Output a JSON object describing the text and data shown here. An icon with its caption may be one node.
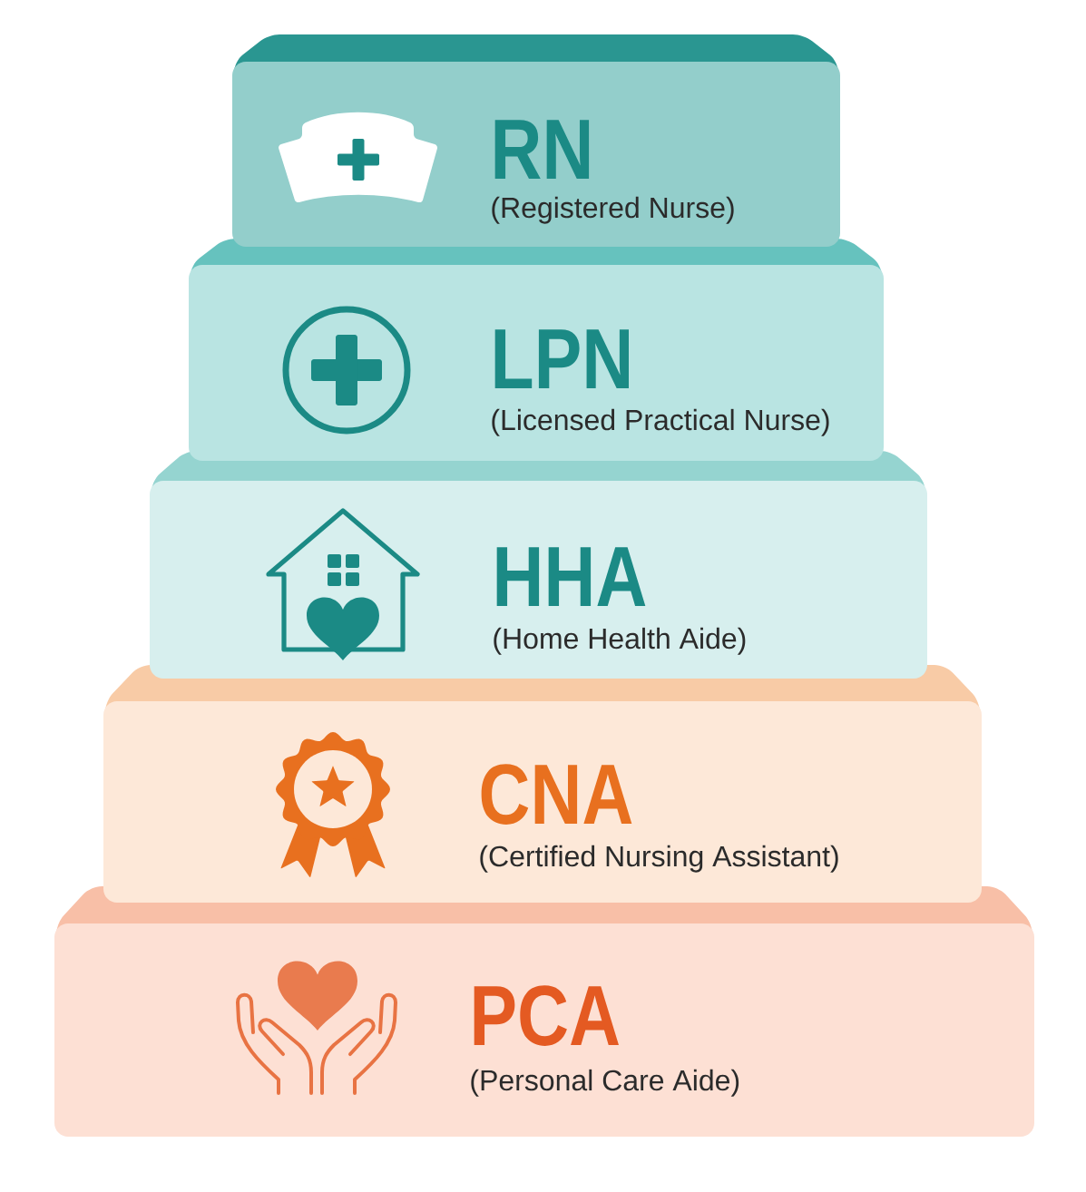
{
  "diagram": {
    "nodes": [
      {
        "text": [
          "RN",
          "(Registered Nurse)"
        ]
      },
      {
        "text": [
          "LPN",
          "(Licensed Practical Nurse)"
        ]
      },
      {
        "text": [
          "HHA",
          "(Home Health Aide)"
        ]
      },
      {
        "text": [
          "CNA",
          "(Certified Nursing Assistant)"
        ]
      },
      {
        "text": [
          "PCA",
          "(Personal Care Aide)"
        ]
      }
    ]
  }
}
